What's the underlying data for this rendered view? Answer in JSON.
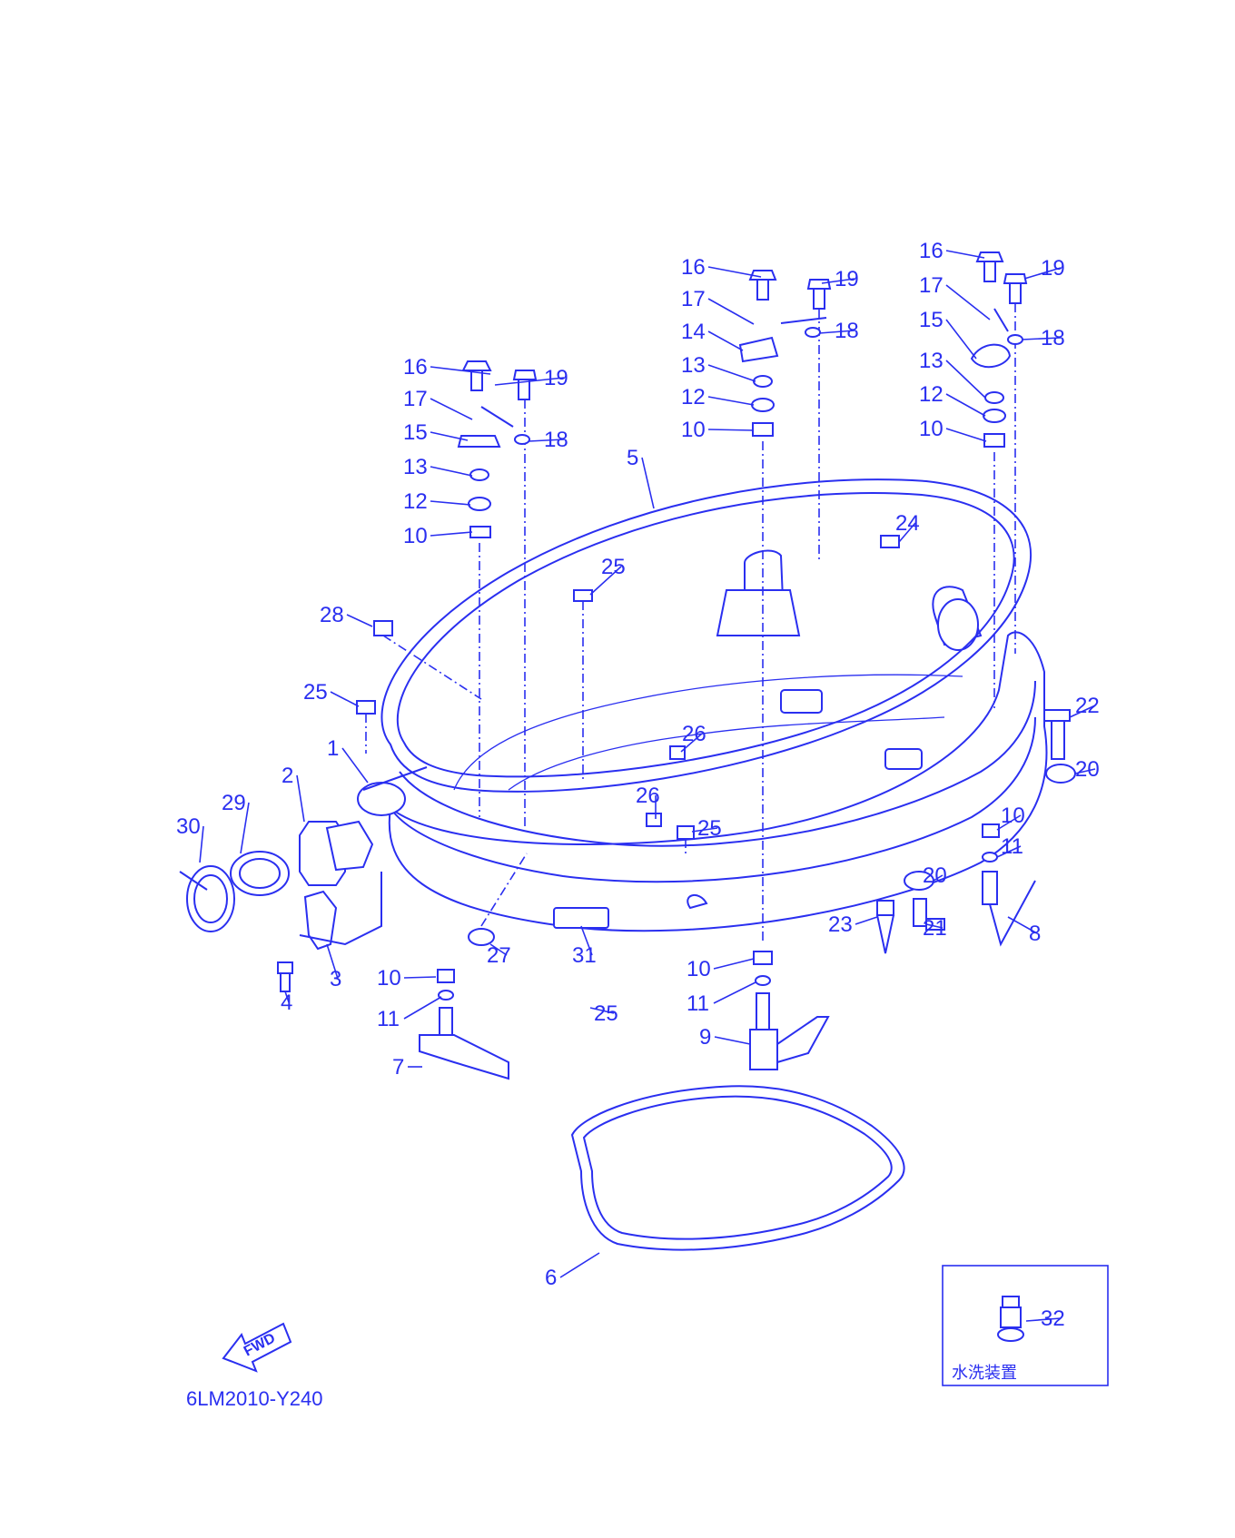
{
  "diagram": {
    "code": "6LM2010-Y240",
    "fwd": "FWD",
    "inset_caption": "水洗装置",
    "accent_color": "#2a2ff0",
    "callouts": [
      {
        "id": "c16a",
        "text": "16"
      },
      {
        "id": "c19a",
        "text": "19"
      },
      {
        "id": "c17a",
        "text": "17"
      },
      {
        "id": "c15a",
        "text": "15"
      },
      {
        "id": "c18a",
        "text": "18"
      },
      {
        "id": "c13a",
        "text": "13"
      },
      {
        "id": "c12a",
        "text": "12"
      },
      {
        "id": "c10a",
        "text": "10"
      },
      {
        "id": "c16b",
        "text": "16"
      },
      {
        "id": "c19b",
        "text": "19"
      },
      {
        "id": "c17b",
        "text": "17"
      },
      {
        "id": "c14b",
        "text": "14"
      },
      {
        "id": "c18b",
        "text": "18"
      },
      {
        "id": "c13b",
        "text": "13"
      },
      {
        "id": "c12b",
        "text": "12"
      },
      {
        "id": "c10b",
        "text": "10"
      },
      {
        "id": "c16c",
        "text": "16"
      },
      {
        "id": "c19c",
        "text": "19"
      },
      {
        "id": "c17c",
        "text": "17"
      },
      {
        "id": "c15c",
        "text": "15"
      },
      {
        "id": "c18c",
        "text": "18"
      },
      {
        "id": "c13c",
        "text": "13"
      },
      {
        "id": "c12c",
        "text": "12"
      },
      {
        "id": "c10c",
        "text": "10"
      },
      {
        "id": "c5",
        "text": "5"
      },
      {
        "id": "c24",
        "text": "24"
      },
      {
        "id": "c25a",
        "text": "25"
      },
      {
        "id": "c28",
        "text": "28"
      },
      {
        "id": "c25b",
        "text": "25"
      },
      {
        "id": "c22",
        "text": "22"
      },
      {
        "id": "c26a",
        "text": "26"
      },
      {
        "id": "c1",
        "text": "1"
      },
      {
        "id": "c20a",
        "text": "20"
      },
      {
        "id": "c2",
        "text": "2"
      },
      {
        "id": "c29",
        "text": "29"
      },
      {
        "id": "c26b",
        "text": "26"
      },
      {
        "id": "c10d",
        "text": "10"
      },
      {
        "id": "c30",
        "text": "30"
      },
      {
        "id": "c25c",
        "text": "25"
      },
      {
        "id": "c11a",
        "text": "11"
      },
      {
        "id": "c20b",
        "text": "20"
      },
      {
        "id": "c23",
        "text": "23"
      },
      {
        "id": "c21",
        "text": "21"
      },
      {
        "id": "c8",
        "text": "8"
      },
      {
        "id": "c27",
        "text": "27"
      },
      {
        "id": "c31",
        "text": "31"
      },
      {
        "id": "c3",
        "text": "3"
      },
      {
        "id": "c10e",
        "text": "10"
      },
      {
        "id": "c10f",
        "text": "10"
      },
      {
        "id": "c4",
        "text": "4"
      },
      {
        "id": "c25d",
        "text": "25"
      },
      {
        "id": "c11b",
        "text": "11"
      },
      {
        "id": "c11c",
        "text": "11"
      },
      {
        "id": "c9",
        "text": "9"
      },
      {
        "id": "c7",
        "text": "7"
      },
      {
        "id": "c6",
        "text": "6"
      },
      {
        "id": "c32",
        "text": "32"
      }
    ]
  }
}
